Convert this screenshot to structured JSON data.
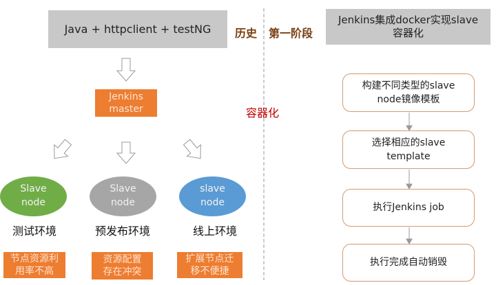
{
  "left": {
    "top_box": "Java + httpclient + testNG",
    "master": [
      "Jenkins",
      "master"
    ],
    "nodes": [
      {
        "text": [
          "Slave",
          "node"
        ],
        "color": "#70ad47",
        "env": "测试环境",
        "issue": [
          "节点资源利",
          "用率不高"
        ]
      },
      {
        "text": [
          "Slave",
          "node"
        ],
        "color": "#a6a6a6",
        "env": "预发布环境",
        "issue": [
          "资源配置",
          "存在冲突"
        ]
      },
      {
        "text": [
          "slave",
          "node"
        ],
        "color": "#5b9bd5",
        "env": "线上环境",
        "issue": [
          "扩展节点迁",
          "移不便捷"
        ]
      }
    ]
  },
  "middle": {
    "history": "历史",
    "stage": "第一阶段",
    "containerize": "容器化"
  },
  "right": {
    "title": [
      "Jenkins集成docker实现slave",
      "容器化"
    ],
    "steps": [
      [
        "构建不同类型的slave",
        "node镜像模板"
      ],
      [
        "选择相应的slave",
        "template"
      ],
      [
        "执行Jenkins job"
      ],
      [
        "执行完成自动销毁"
      ]
    ]
  }
}
